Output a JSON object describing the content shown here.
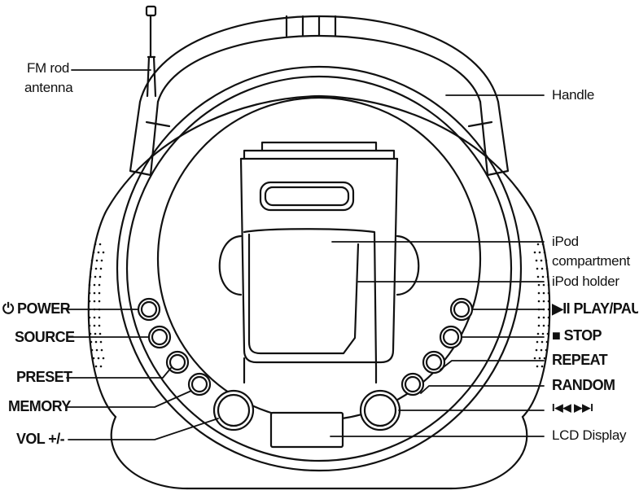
{
  "labels": {
    "fm_antenna": "FM rod\nantenna",
    "handle": "Handle",
    "ipod_compartment": "iPod\ncompartment",
    "ipod_holder": "iPod holder",
    "power": "⏻ POWER",
    "source": "SOURCE",
    "preset": "PRESET",
    "memory": "MEMORY",
    "vol": "VOL +/-",
    "play_pause": "▶II PLAY/PAUSE",
    "stop": "■ STOP",
    "repeat": "REPEAT",
    "random": "RANDOM",
    "skip": "I◀◀ ▶▶I",
    "lcd": "LCD Display"
  },
  "colors": {
    "line": "#111111",
    "fill": "#ffffff"
  }
}
